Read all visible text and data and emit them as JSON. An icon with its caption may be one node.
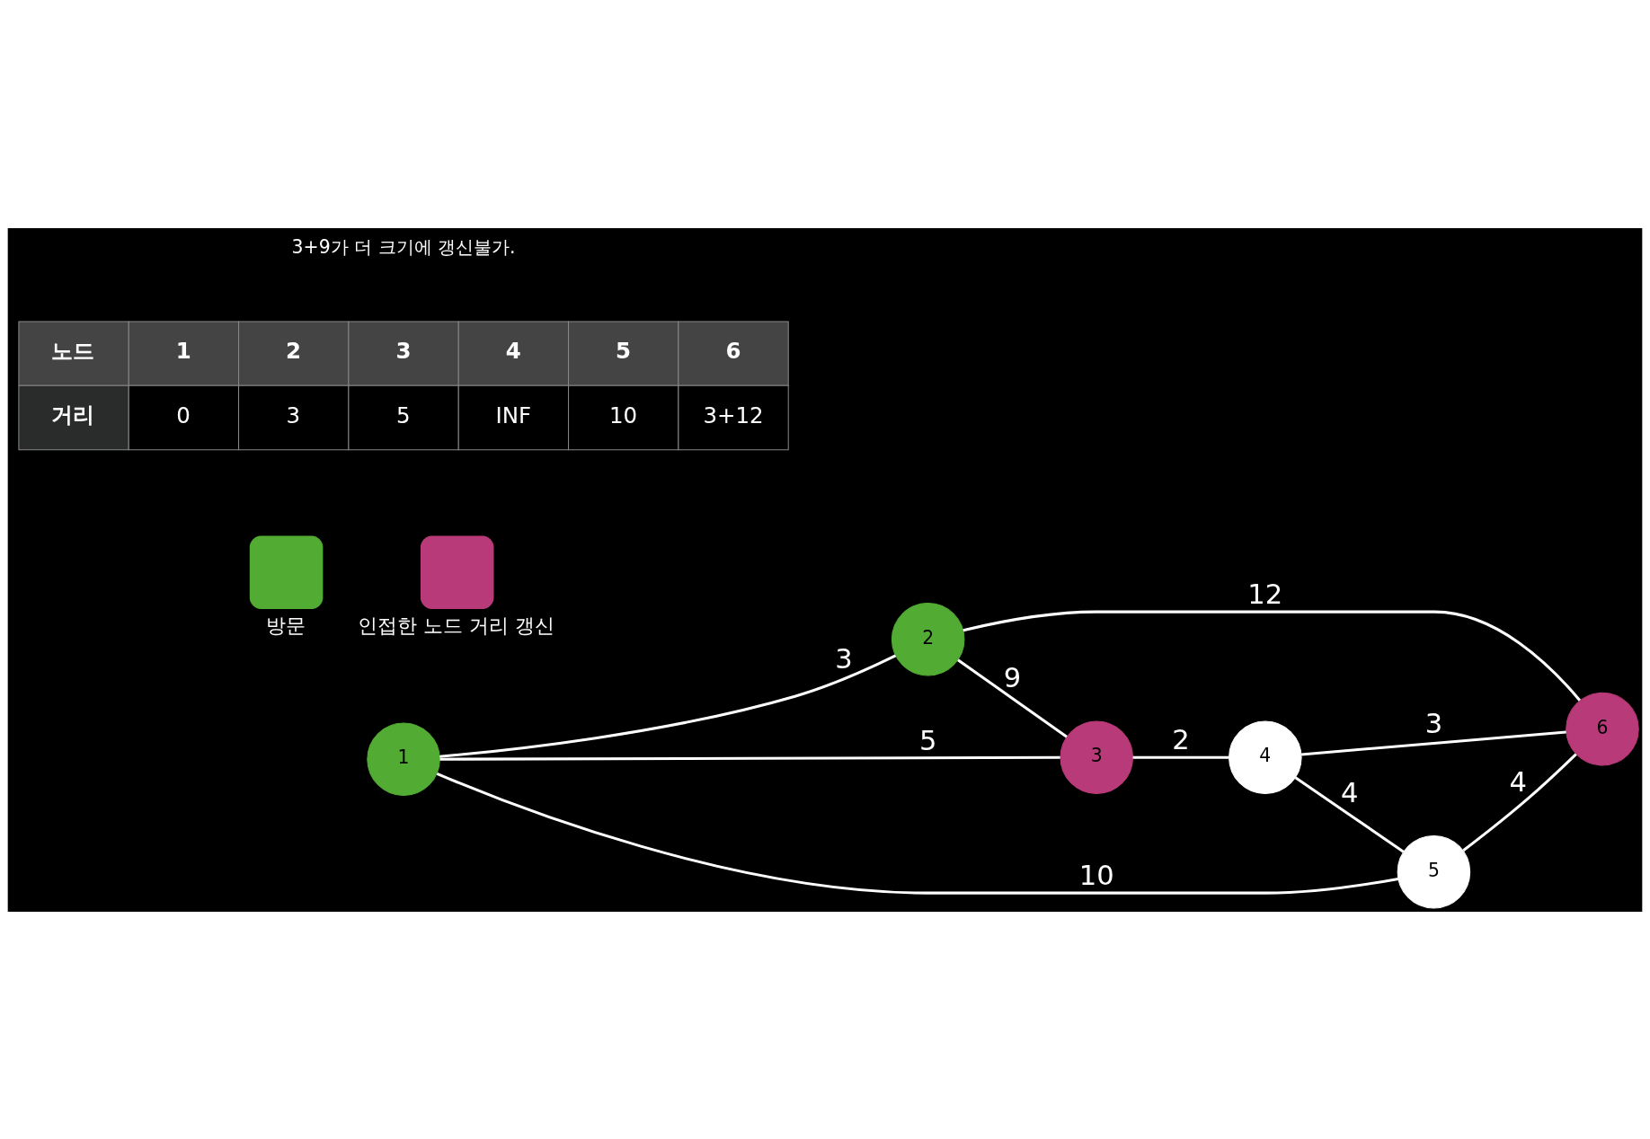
{
  "diagram": {
    "nodes": [
      {
        "text": [
          "1"
        ]
      },
      {
        "text": [
          "2"
        ]
      },
      {
        "text": [
          "3"
        ]
      },
      {
        "text": [
          "4"
        ]
      },
      {
        "text": [
          "5"
        ]
      },
      {
        "text": [
          "6"
        ]
      }
    ],
    "edges": [
      {
        "from": 0,
        "to": 4,
        "arrow": "none",
        "label": "10"
      },
      {
        "from": 0,
        "to": 2,
        "arrow": "none",
        "label": "5"
      },
      {
        "from": 0,
        "to": 1,
        "arrow": "none",
        "label": "3"
      },
      {
        "from": 1,
        "to": 2,
        "arrow": "none",
        "label": "9"
      },
      {
        "from": 2,
        "to": 3,
        "arrow": "none",
        "label": "2"
      },
      {
        "from": 3,
        "to": 4,
        "arrow": "none",
        "label": "4"
      },
      {
        "from": 4,
        "to": 5,
        "arrow": "none",
        "label": "4"
      },
      {
        "from": 3,
        "to": 5,
        "arrow": "none",
        "label": "3"
      },
      {
        "from": 1,
        "to": 5,
        "arrow": "none",
        "label": "12"
      }
    ],
    "labels": [
      "노드",
      "1",
      "2",
      "3",
      "4",
      "5",
      "6",
      "거리",
      "0",
      "3",
      "5",
      "INF",
      "10",
      "3+12",
      "3+9가 더 크기에 갱신불가."
    ],
    "legend": [
      {
        "text": "방문",
        "color": "#52ac34"
      },
      {
        "text": "인접한 노드 거리 갱신",
        "color": "#b93a78"
      }
    ]
  }
}
